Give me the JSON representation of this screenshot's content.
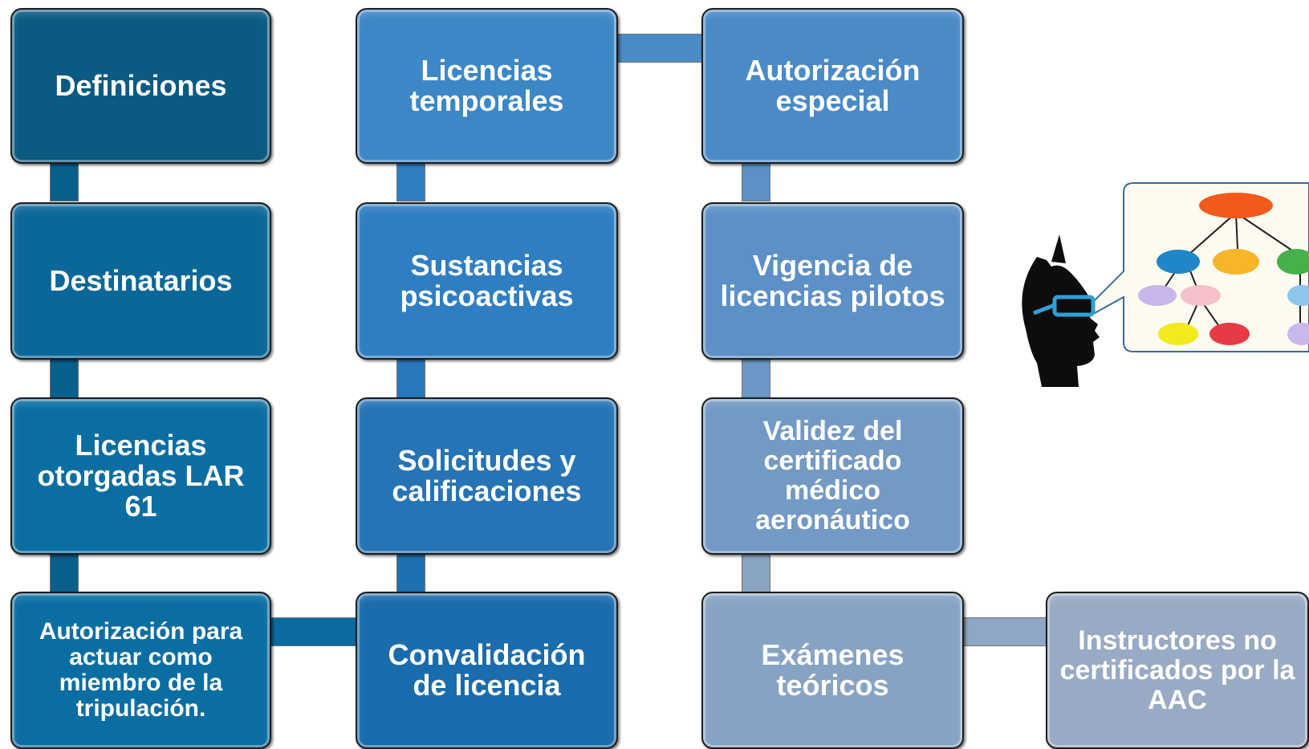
{
  "diagram": {
    "column1": [
      {
        "label": "Definiciones",
        "color": "#0a5a82"
      },
      {
        "label": "Destinatarios",
        "color": "#0b6799"
      },
      {
        "label": "Licencias otorgadas LAR 61",
        "color": "#0b6ea3"
      },
      {
        "label": "Autorización para actuar como miembro de la tripulación.",
        "color": "#0b6ea3"
      }
    ],
    "column2": [
      {
        "label": "Licencias temporales",
        "color": "#3c87c6"
      },
      {
        "label": "Sustancias psicoactivas",
        "color": "#2f7ec2"
      },
      {
        "label": "Solicitudes y calificaciones",
        "color": "#2673b5"
      },
      {
        "label": "Convalidación de licencia",
        "color": "#1a6cad"
      }
    ],
    "column3": [
      {
        "label": "Autorización especial",
        "color": "#4a8ac6"
      },
      {
        "label": "Vigencia de licencias pilotos",
        "color": "#5c90c6"
      },
      {
        "label": "Validez del certificado médico aeronáutico",
        "color": "#7399c5"
      },
      {
        "label": "Exámenes teóricos",
        "color": "#87a3c4"
      }
    ],
    "extra": {
      "label": "Instructores no certificados por la AAC",
      "color": "#98aac4"
    }
  }
}
